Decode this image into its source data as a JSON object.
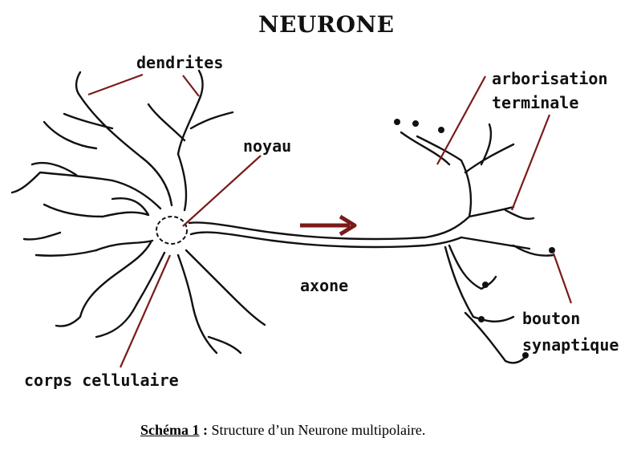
{
  "title": "NEURONE",
  "labels": {
    "dendrites": "dendrites",
    "noyau": "noyau",
    "axone": "axone",
    "corps_cellulaire": "corps cellulaire",
    "arborisation_line1": "arborisation",
    "arborisation_line2": "terminale",
    "bouton_line1": "bouton",
    "bouton_line2": "synaptique"
  },
  "caption": {
    "ref": "Schéma 1",
    "sep": " : ",
    "text": "Structure d’un Neurone multipolaire."
  },
  "colors": {
    "leader_line": "#7a1a1a",
    "arrow": "#7a1a1a",
    "outline": "#111111"
  }
}
